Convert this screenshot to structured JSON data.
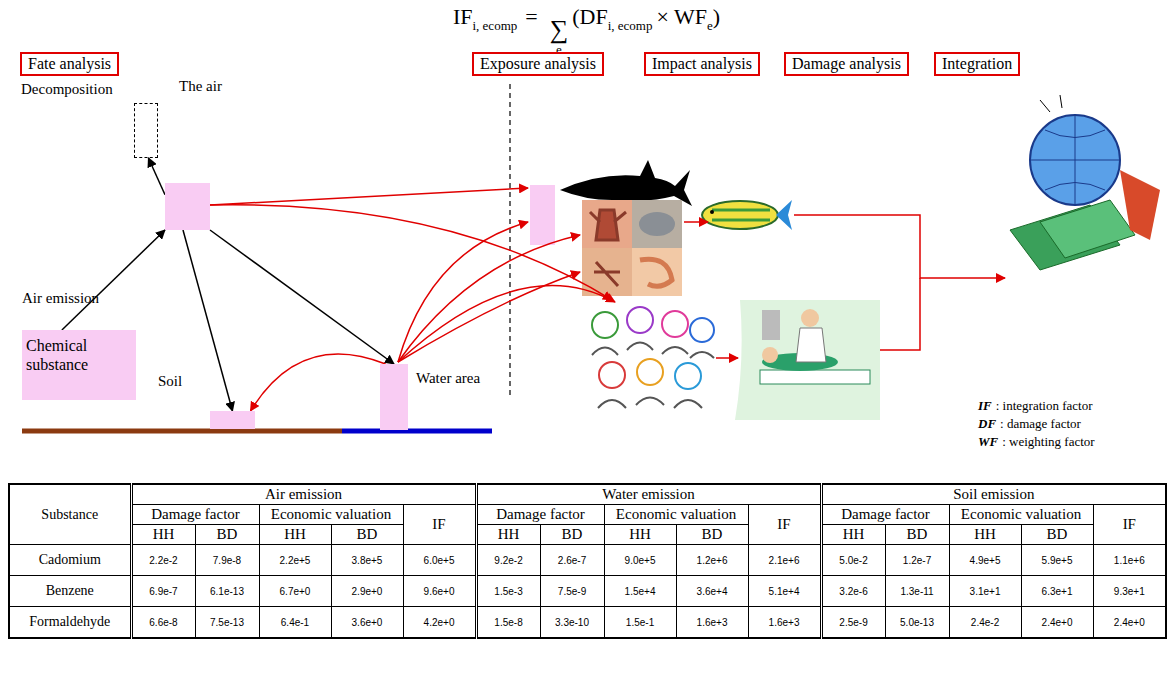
{
  "diagram": {
    "nodes": [
      {
        "text": [
          "Fate analysis"
        ]
      },
      {
        "text": [
          "Exposure analysis"
        ]
      },
      {
        "text": [
          "Impact analysis"
        ]
      },
      {
        "text": [
          "Damage analysis"
        ]
      },
      {
        "text": [
          "Integration"
        ]
      },
      {
        "text": [
          "Decomposition"
        ]
      },
      {
        "text": [
          "The air"
        ]
      },
      {
        "text": [
          "Chemical substance"
        ]
      },
      {
        "text": [
          "Soil"
        ]
      },
      {
        "text": [
          "Water area"
        ]
      }
    ],
    "edges": [
      {
        "from": 7,
        "to": 6,
        "arrow": "to"
      },
      {
        "from": 6,
        "to": 5,
        "arrow": "to"
      },
      {
        "from": 6,
        "to": 8,
        "arrow": "to"
      },
      {
        "from": 6,
        "to": 9,
        "arrow": "to"
      },
      {
        "from": 9,
        "to": 8,
        "arrow": "to"
      }
    ],
    "labels": [
      "IF",
      "i, ecomp",
      "=",
      "∑",
      "e",
      "(DF",
      "i, ecomp",
      "× WF",
      "e",
      ")",
      "Air emission",
      "IF",
      ": integration factor",
      "DF",
      ": damage factor",
      "WF",
      ": weighting factor",
      "Substance",
      "Air emission",
      "Water emission",
      "Soil emission",
      "Damage factor",
      "Economic valuation",
      "IF",
      "Damage factor",
      "Economic valuation",
      "IF",
      "Damage factor",
      "Economic valuation",
      "IF",
      "HH",
      "BD",
      "HH",
      "BD",
      "HH",
      "BD",
      "HH",
      "BD",
      "HH",
      "BD",
      "HH",
      "BD",
      "Cadomium",
      "2.2e-2",
      "7.9e-8",
      "2.2e+5",
      "3.8e+5",
      "6.0e+5",
      "9.2e-2",
      "2.6e-7",
      "9.0e+5",
      "1.2e+6",
      "2.1e+6",
      "5.0e-2",
      "1.2e-7",
      "4.9e+5",
      "5.9e+5",
      "1.1e+6",
      "Benzene",
      "6.9e-7",
      "6.1e-13",
      "6.7e+0",
      "2.9e+0",
      "9.6e+0",
      "1.5e-3",
      "7.5e-9",
      "1.5e+4",
      "3.6e+4",
      "5.1e+4",
      "3.2e-6",
      "1.3e-11",
      "3.1e+1",
      "6.3e+1",
      "9.3e+1",
      "Formaldehyde",
      "6.6e-8",
      "7.5e-13",
      "6.4e-1",
      "3.6e+0",
      "4.2e+0",
      "1.5e-8",
      "3.3e-10",
      "1.5e-1",
      "1.6e+3",
      "1.6e+3",
      "2.5e-9",
      "5.0e-13",
      "2.4e-2",
      "2.4e+0",
      "2.4e+0"
    ]
  }
}
